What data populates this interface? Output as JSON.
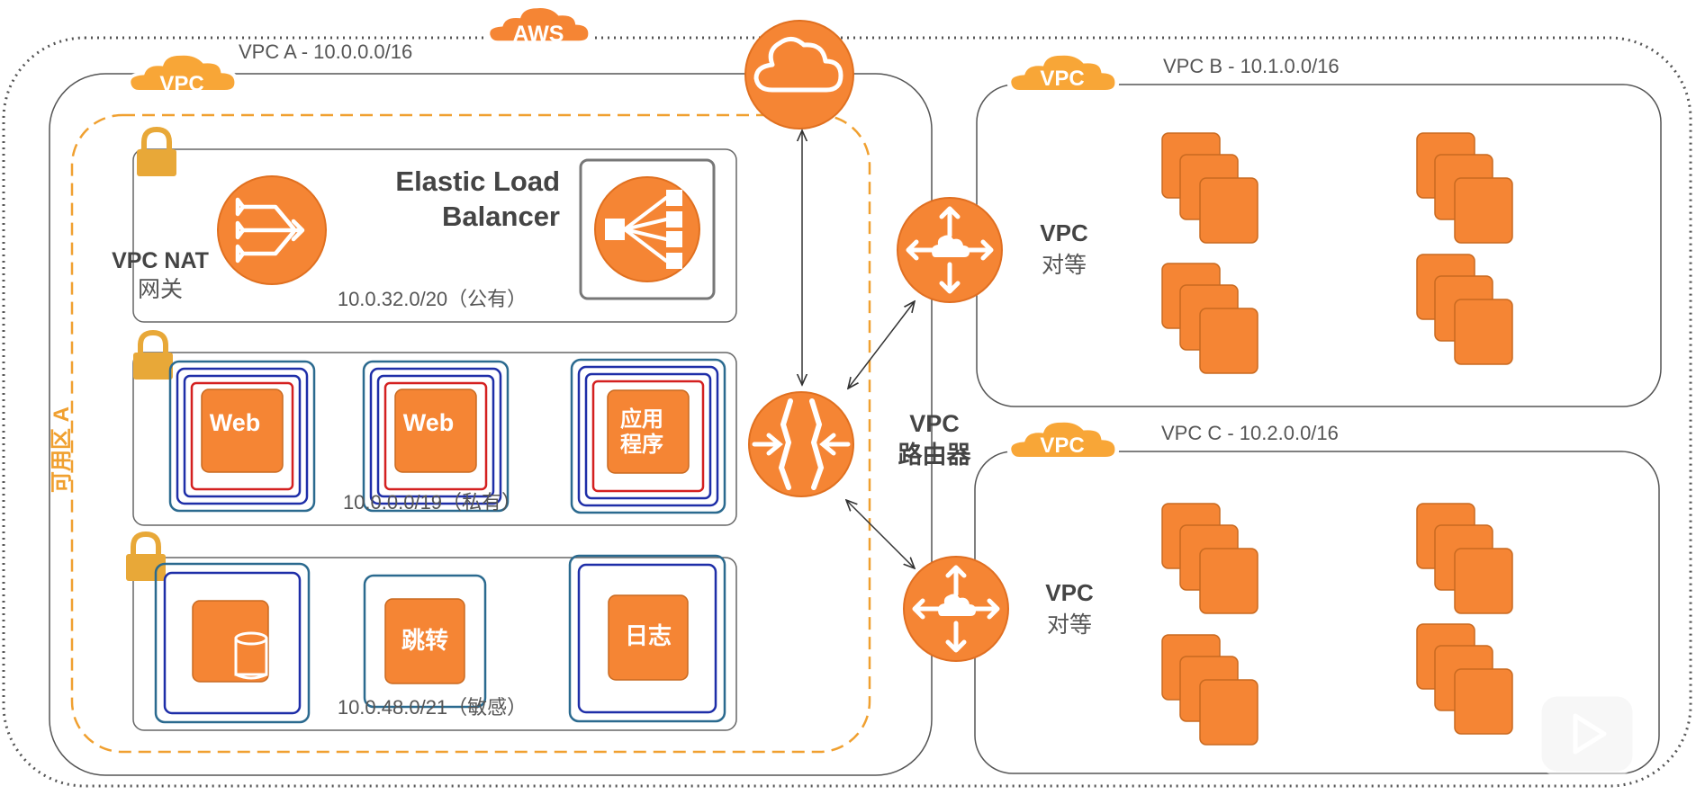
{
  "aws": {
    "label": "AWS"
  },
  "vpc_a": {
    "badge": "VPC",
    "title": "VPC A - 10.0.0.0/16",
    "az_label": "可用区 A",
    "public_subnet": {
      "cidr": "10.0.32.0/20（公有）",
      "nat_line1": "VPC NAT",
      "nat_line2": "网关",
      "elb_line1": "Elastic Load",
      "elb_line2": "Balancer"
    },
    "private_subnet": {
      "cidr": "10.0.0.0/19（私有）",
      "tiles": [
        "Web",
        "Web",
        "应用",
        "程序"
      ]
    },
    "sensitive_subnet": {
      "cidr": "10.0.48.0/21（敏感）",
      "tiles": [
        "跳转",
        "日志"
      ]
    }
  },
  "router": {
    "line1": "VPC",
    "line2": "路由器"
  },
  "vpc_b": {
    "badge": "VPC",
    "title": "VPC B - 10.1.0.0/16",
    "peer_line1": "VPC",
    "peer_line2": "对等"
  },
  "vpc_c": {
    "badge": "VPC",
    "title": "VPC C - 10.2.0.0/16",
    "peer_line1": "VPC",
    "peer_line2": "对等"
  },
  "colors": {
    "orange": "#f58534",
    "orange_dark": "#d86f22",
    "orange_light": "#f9a34a",
    "az_dash": "#f0a030",
    "gold": "#e8a838",
    "navy": "#1e2ea8",
    "teal": "#2b6a8f",
    "red": "#d42020"
  }
}
